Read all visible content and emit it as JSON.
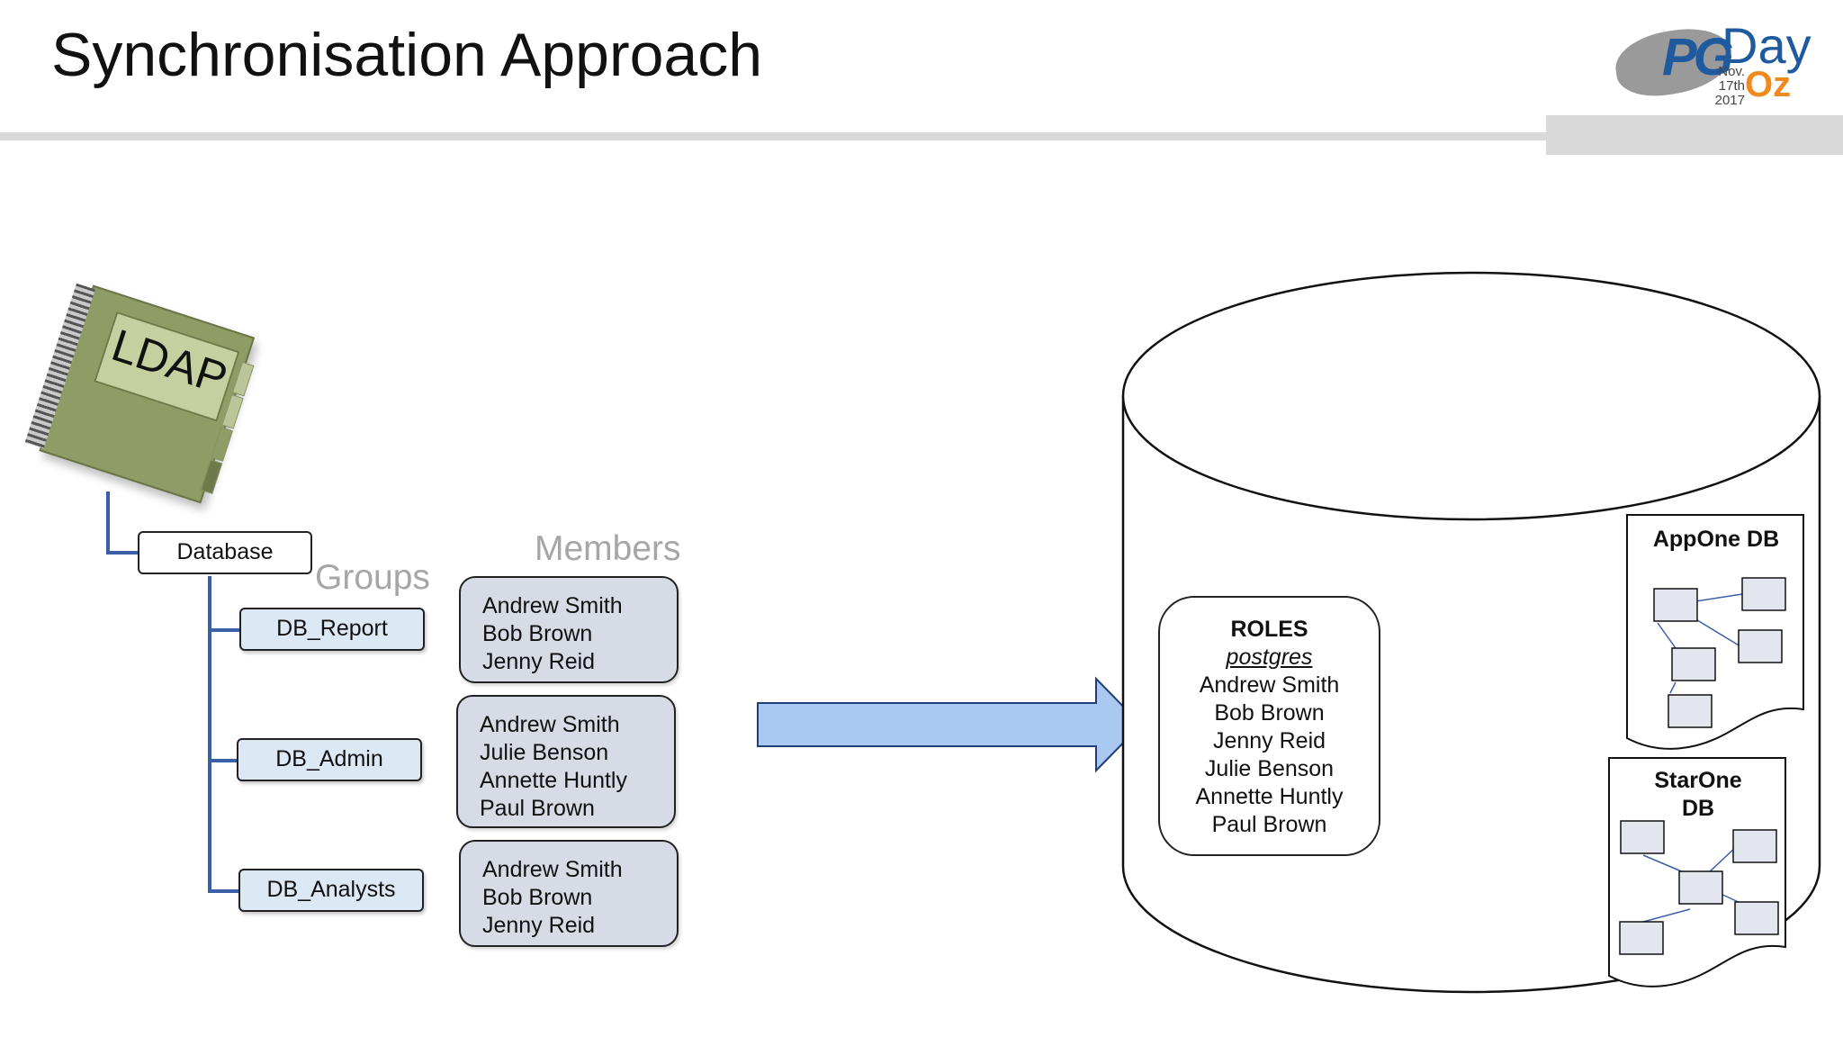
{
  "slide": {
    "title": "Synchronisation Approach"
  },
  "logo": {
    "pg": "PG",
    "day": "Day",
    "date_line1": "Nov. 17th",
    "date_line2": "2017",
    "oz": "Oz"
  },
  "ldap": {
    "label": "LDAP",
    "root": "Database",
    "groups_heading": "Groups",
    "members_heading": "Members",
    "groups": [
      {
        "name": "DB_Report",
        "members": [
          "Andrew Smith",
          "Bob Brown",
          "Jenny Reid"
        ]
      },
      {
        "name": "DB_Admin",
        "members": [
          "Andrew Smith",
          "Julie Benson",
          "Annette Huntly",
          "Paul Brown"
        ]
      },
      {
        "name": "DB_Analysts",
        "members": [
          "Andrew Smith",
          "Bob Brown",
          "Jenny Reid"
        ]
      }
    ]
  },
  "database": {
    "roles": {
      "title": "ROLES",
      "superuser": "postgres",
      "members": [
        "Andrew Smith",
        "Bob Brown",
        "Jenny Reid",
        "Julie Benson",
        "Annette Huntly",
        "Paul Brown"
      ]
    },
    "dbs": [
      {
        "title": "AppOne DB"
      },
      {
        "title_line1": "StarOne",
        "title_line2": "DB"
      }
    ]
  },
  "colors": {
    "tree_line": "#3a5ea8",
    "arrow_fill": "#a9c8f2",
    "group_fill": "#dde8f5",
    "member_fill": "#d6dbe5"
  }
}
